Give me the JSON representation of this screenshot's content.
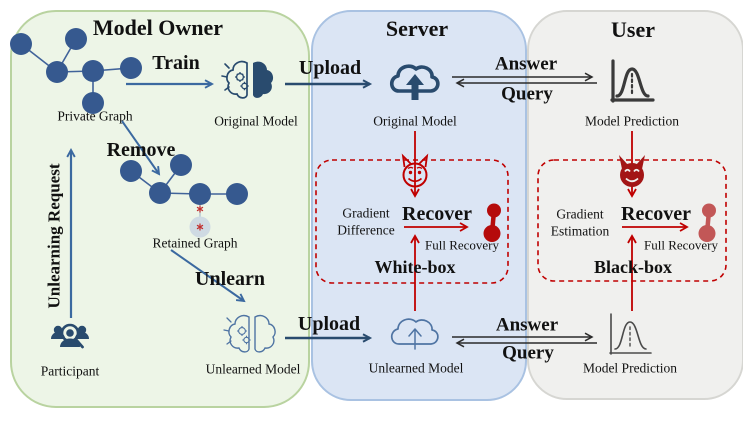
{
  "colors": {
    "panel_green_bg": "#edf5e7",
    "panel_green_border": "#b9d3a0",
    "panel_blue_bg": "#dbe5f4",
    "panel_blue_border": "#a9c2e2",
    "panel_gray_bg": "#f0f0ee",
    "panel_gray_border": "#d6d6d2",
    "node_blue": "#36598f",
    "edge_blue": "#41639a",
    "icon_navy": "#294b6e",
    "arrow_steel": "#3b69a0",
    "attack_red": "#c00000",
    "devil_red": "#a31515",
    "recovered_dark": "#b50b0b",
    "recovered_rosy": "#c25757",
    "removed_node_gray": "#cfdae3",
    "text": "#111111"
  },
  "icons": {
    "original_model": "brain-with-gears",
    "unlearned_model": "brain-with-gears-outline",
    "model_upload": "cloud-upload",
    "attacker": "devil-face",
    "participant": "people-with-magnifier",
    "model_prediction": "bell-curve-plot",
    "recovered_edge": "two-nodes-edge",
    "removed_edge_mark": "red-asterisk"
  },
  "panels": {
    "model_owner": {
      "title": "Model Owner",
      "labels": {
        "private_graph": "Private Graph",
        "train": "Train",
        "original_model": "Original Model",
        "remove": "Remove",
        "retained_graph": "Retained Graph",
        "unlearn": "Unlearn",
        "unlearning_request": "Unlearning Request",
        "participant": "Participant",
        "unlearned_model": "Unlearned Model"
      }
    },
    "server": {
      "title": "Server",
      "labels": {
        "upload_top": "Upload",
        "original_model": "Original Model",
        "answer_top": "Answer",
        "query_top": "Query",
        "gradient": "Gradient",
        "difference": "Difference",
        "recover": "Recover",
        "full_recovery": "Full Recovery",
        "box_type": "White-box",
        "upload_bottom": "Upload",
        "unlearned_model": "Unlearned Model",
        "answer_bottom": "Answer",
        "query_bottom": "Query"
      }
    },
    "user": {
      "title": "User",
      "labels": {
        "model_prediction_top": "Model Prediction",
        "gradient": "Gradient",
        "estimation": "Estimation",
        "recover": "Recover",
        "full_recovery": "Full Recovery",
        "box_type": "Black-box",
        "model_prediction_bottom": "Model Prediction"
      }
    }
  }
}
